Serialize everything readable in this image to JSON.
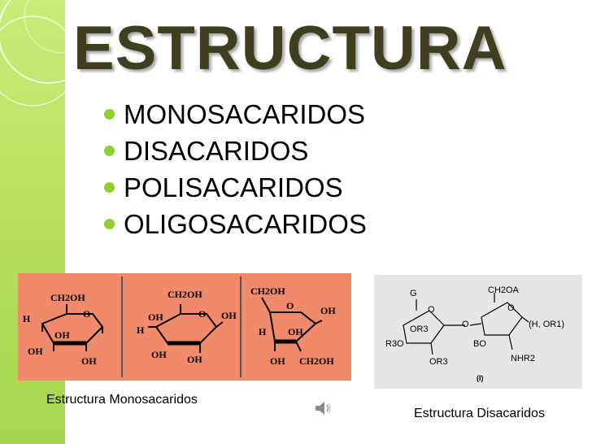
{
  "slide": {
    "title": "ESTRUCTURA",
    "bullets": [
      "MONOSACARIDOS",
      "DISACARIDOS",
      "POLISACARIDOS",
      "OLIGOSACARIDOS"
    ],
    "bullet_color": "#8fcf2f",
    "accent_color": "#b4de5a",
    "title_color": "#3f3f1f"
  },
  "monosaccharide_figure": {
    "background": "#f08a6a",
    "labels": {
      "ch2oh": "CH2OH",
      "oh": "OH",
      "h": "H",
      "o": "O"
    },
    "caption": "Estructura Monosacaridos"
  },
  "disaccharide_figure": {
    "background": "#e6e6e6",
    "labels": {
      "g": "G",
      "ch2oa": "CH2OA",
      "o": "O",
      "or3": "OR3",
      "r3o": "R3O",
      "bo": "BO",
      "h_or1": "(H, OR1)",
      "nhr2": "NHR2",
      "roman": "(I)"
    },
    "caption": "Estructura Disacaridos"
  },
  "audio_icon": "speaker-icon"
}
